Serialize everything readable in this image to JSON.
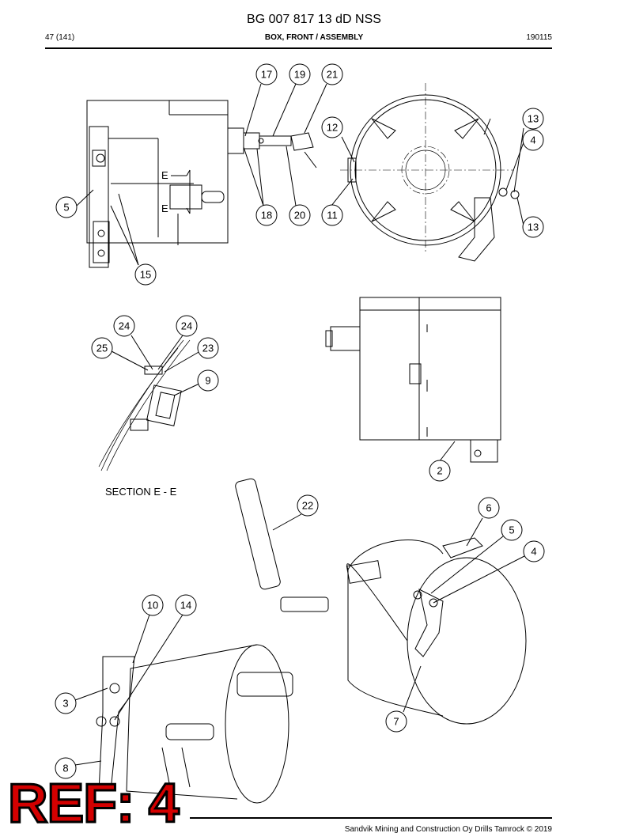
{
  "header": {
    "title": "BG 007 817 13 dD NSS",
    "page": "47 (141)",
    "section": "BOX, FRONT / ASSEMBLY",
    "date_code": "190115"
  },
  "section_label": "SECTION E - E",
  "section_marks": [
    "E",
    "E"
  ],
  "callouts": [
    "17",
    "19",
    "21",
    "12",
    "13",
    "4",
    "5",
    "18",
    "20",
    "11",
    "13",
    "15",
    "24",
    "24",
    "25",
    "23",
    "9",
    "2",
    "22",
    "6",
    "5",
    "4",
    "10",
    "14",
    "3",
    "7",
    "8"
  ],
  "ref_stamp": "REF: 4",
  "footer": "Sandvik Mining and Construction Oy Drills Tamrock © 2019"
}
